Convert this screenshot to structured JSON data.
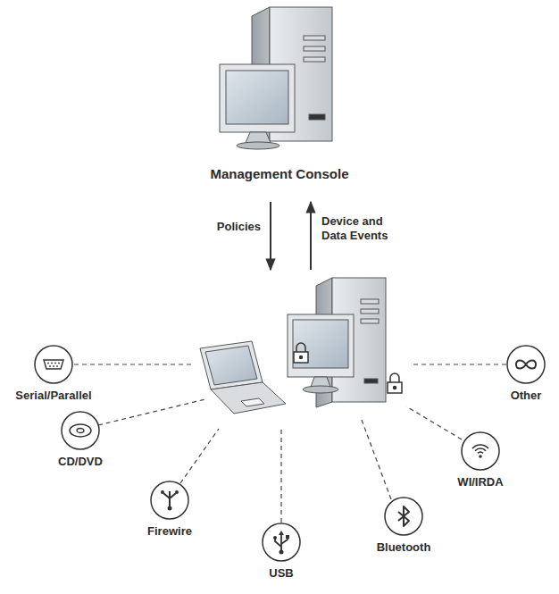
{
  "diagram": {
    "nodes": [
      {
        "text": [
          "Management Console"
        ]
      },
      {
        "text": [
          "Serial/Parallel"
        ]
      },
      {
        "text": [
          "Other"
        ]
      },
      {
        "text": [
          "CD/DVD"
        ]
      },
      {
        "text": [
          "WI/IRDA"
        ]
      },
      {
        "text": [
          "Firewire"
        ]
      },
      {
        "text": [
          "Bluetooth"
        ]
      },
      {
        "text": [
          "USB"
        ]
      }
    ],
    "labels": [
      "Policies",
      "Device and Data Events"
    ]
  }
}
